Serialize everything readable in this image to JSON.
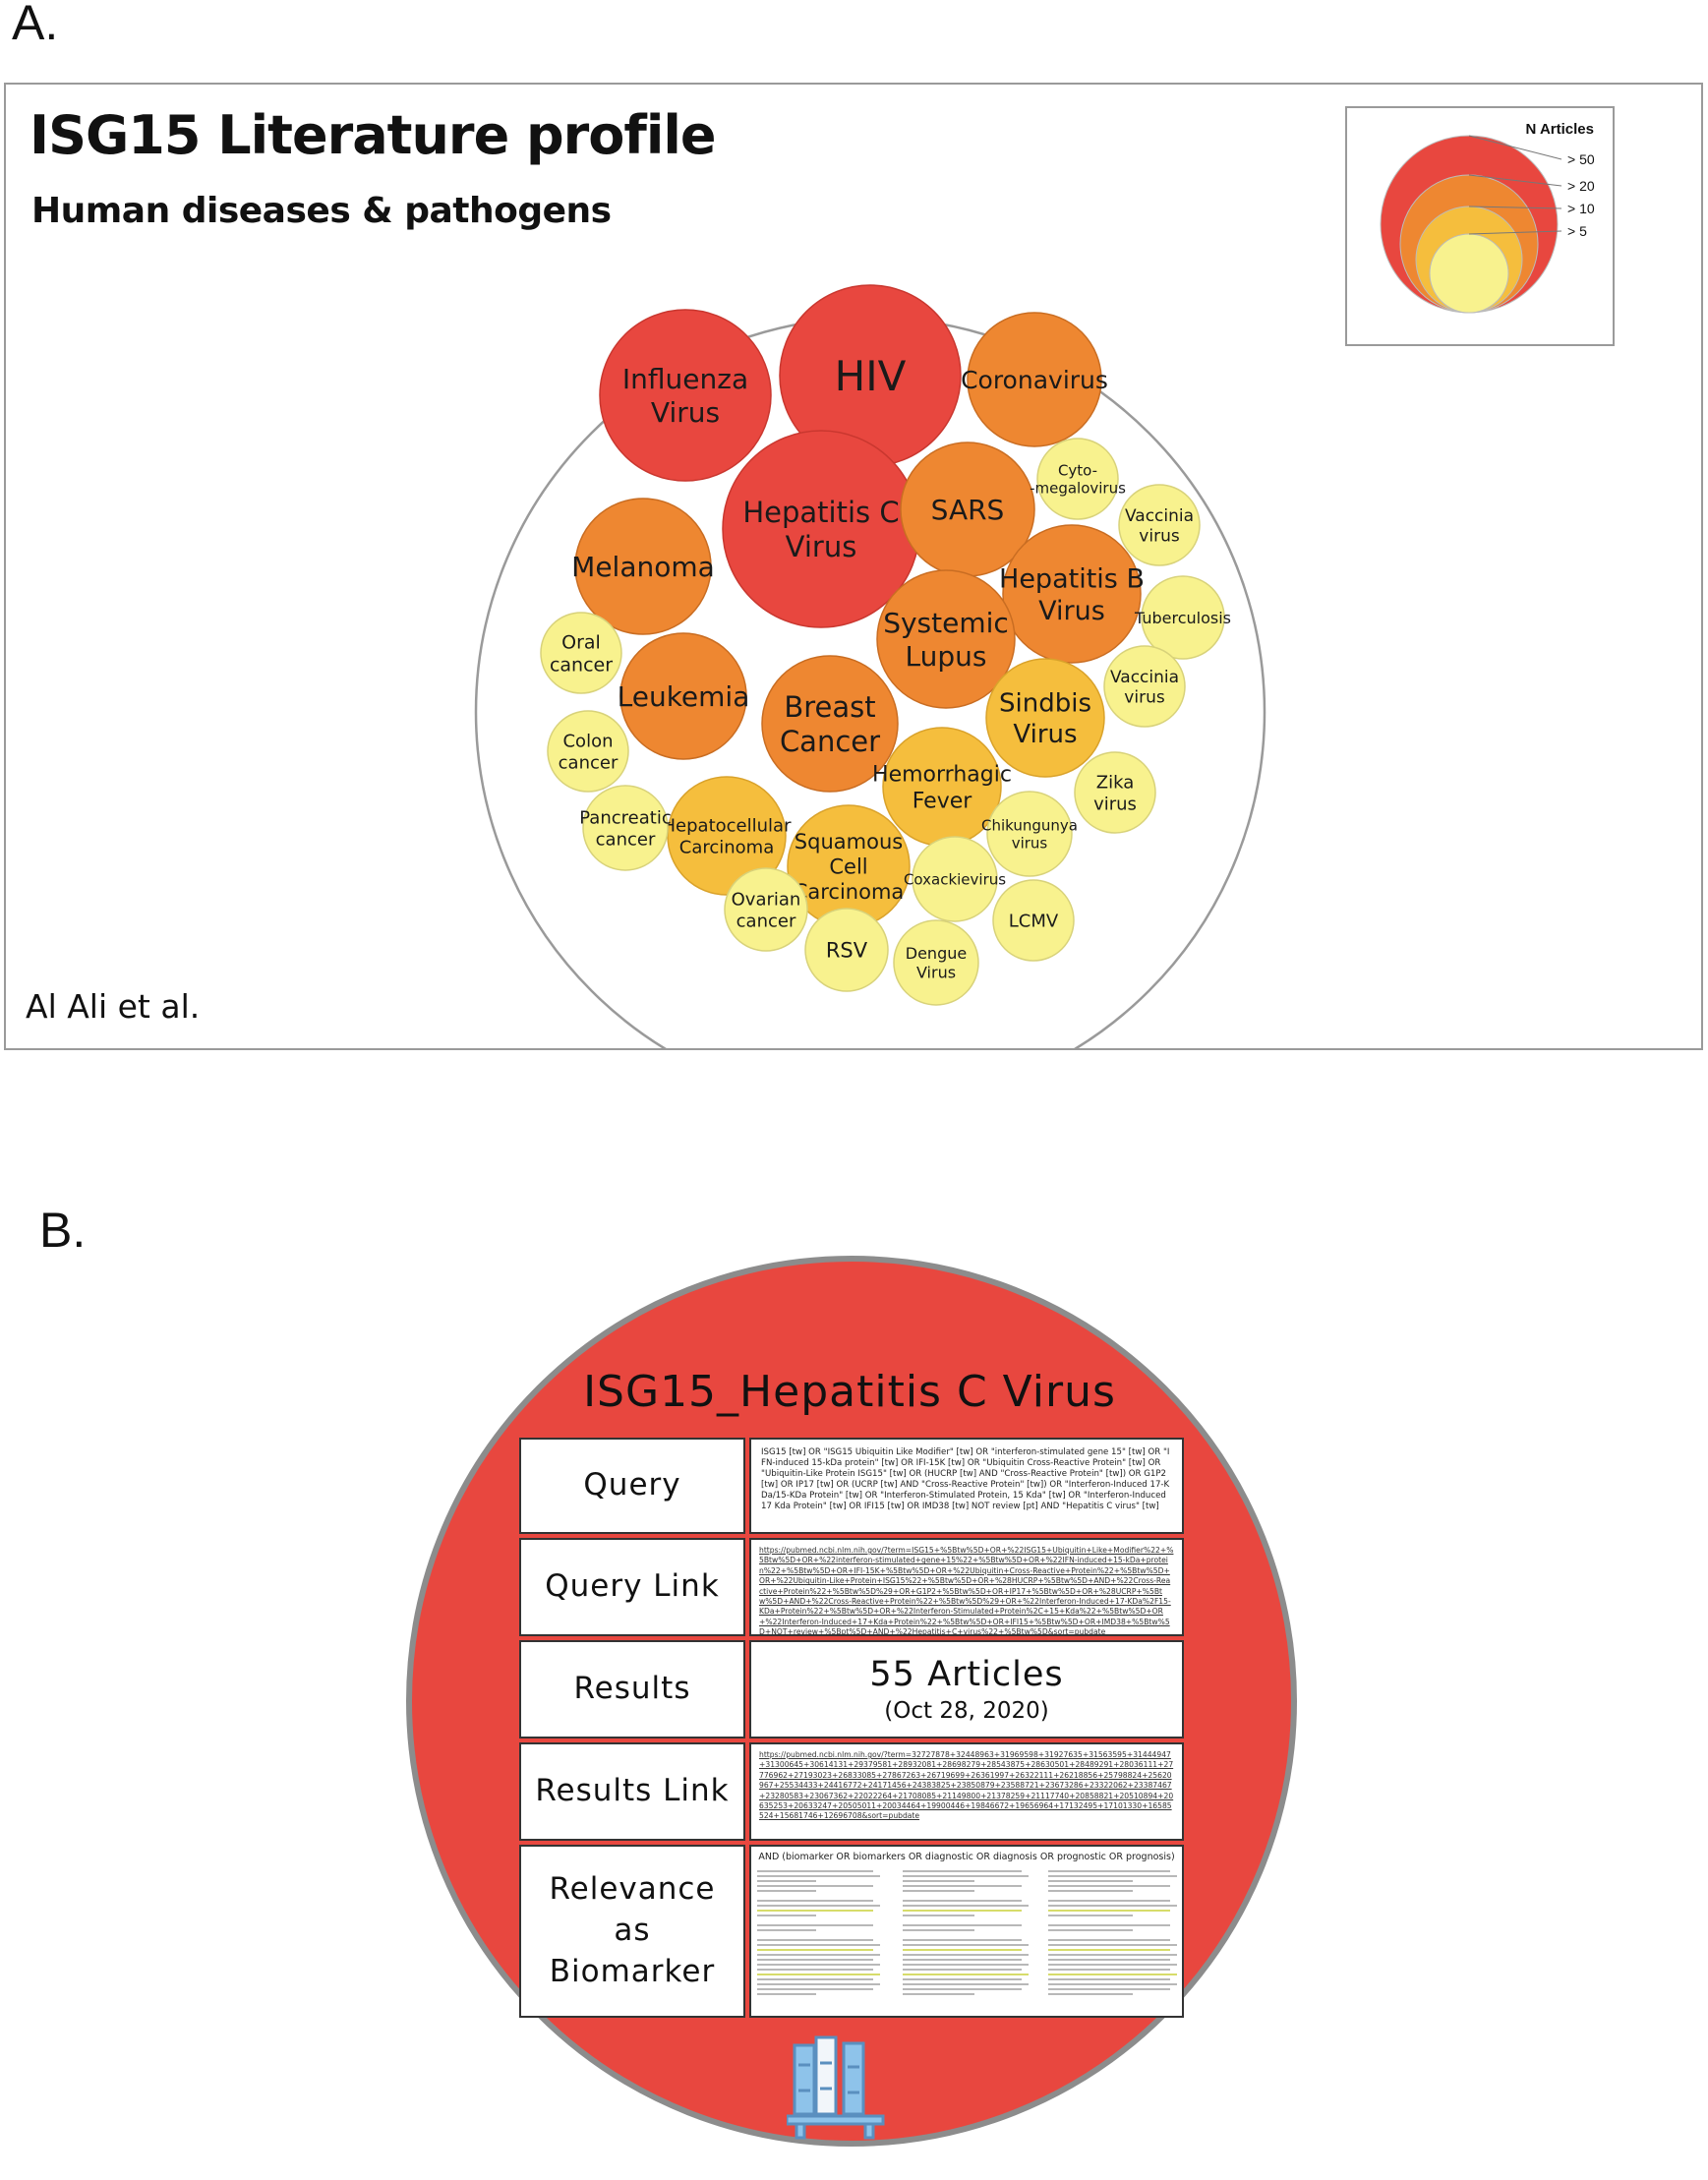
{
  "panelA": {
    "letter": "A.",
    "title": "ISG15 Literature profile",
    "subtitle": "Human diseases & pathogens",
    "credit": "Al Ali et al.",
    "legend": {
      "title": "N Articles",
      "levels": [
        {
          "label": "> 50",
          "color": "#E8473F"
        },
        {
          "label": "> 20",
          "color": "#EE8731"
        },
        {
          "label": "> 10",
          "color": "#F5BE3D"
        },
        {
          "label": "> 5",
          "color": "#F8F28E"
        }
      ]
    },
    "bubbles": [
      {
        "name": "HIV",
        "lines": [
          "HIV"
        ],
        "level": "> 50"
      },
      {
        "name": "Influenza Virus",
        "lines": [
          "Influenza",
          "Virus"
        ],
        "level": "> 50"
      },
      {
        "name": "Hepatitis C Virus",
        "lines": [
          "Hepatitis C",
          "Virus"
        ],
        "level": "> 50"
      },
      {
        "name": "Coronavirus",
        "lines": [
          "Coronavirus"
        ],
        "level": "> 20"
      },
      {
        "name": "SARS",
        "lines": [
          "SARS"
        ],
        "level": "> 20"
      },
      {
        "name": "Melanoma",
        "lines": [
          "Melanoma"
        ],
        "level": "> 20"
      },
      {
        "name": "Hepatitis B Virus",
        "lines": [
          "Hepatitis B",
          "Virus"
        ],
        "level": "> 20"
      },
      {
        "name": "Systemic Lupus",
        "lines": [
          "Systemic",
          "Lupus"
        ],
        "level": "> 20"
      },
      {
        "name": "Leukemia",
        "lines": [
          "Leukemia"
        ],
        "level": "> 20"
      },
      {
        "name": "Breast Cancer",
        "lines": [
          "Breast",
          "Cancer"
        ],
        "level": "> 20"
      },
      {
        "name": "Sindbis Virus",
        "lines": [
          "Sindbis",
          "Virus"
        ],
        "level": "> 10"
      },
      {
        "name": "Hemorrhagic Fever",
        "lines": [
          "Hemorrhagic",
          "Fever"
        ],
        "level": "> 10"
      },
      {
        "name": "Hepatocellular Carcinoma",
        "lines": [
          "Hepatocellular",
          "Carcinoma"
        ],
        "level": "> 10"
      },
      {
        "name": "Squamous Cell Carcinoma",
        "lines": [
          "Squamous",
          "Cell",
          "Carcinoma"
        ],
        "level": "> 10"
      },
      {
        "name": "Cytomegalovirus",
        "lines": [
          "Cyto-",
          "-megalovirus"
        ],
        "level": "> 5"
      },
      {
        "name": "Vaccinia virus (upper)",
        "lines": [
          "Vaccinia",
          "virus"
        ],
        "level": "> 5"
      },
      {
        "name": "Tuberculosis",
        "lines": [
          "Tuberculosis"
        ],
        "level": "> 5"
      },
      {
        "name": "Vaccinia virus (lower)",
        "lines": [
          "Vaccinia",
          "virus"
        ],
        "level": "> 5"
      },
      {
        "name": "Oral cancer",
        "lines": [
          "Oral",
          "cancer"
        ],
        "level": "> 5"
      },
      {
        "name": "Colon cancer",
        "lines": [
          "Colon",
          "cancer"
        ],
        "level": "> 5"
      },
      {
        "name": "Pancreatic cancer",
        "lines": [
          "Pancreatic",
          "cancer"
        ],
        "level": "> 5"
      },
      {
        "name": "Zika virus",
        "lines": [
          "Zika",
          "virus"
        ],
        "level": "> 5"
      },
      {
        "name": "Chikungunya virus",
        "lines": [
          "Chikungunya",
          "virus"
        ],
        "level": "> 5"
      },
      {
        "name": "Coxackievirus",
        "lines": [
          "Coxackievirus"
        ],
        "level": "> 5"
      },
      {
        "name": "LCMV",
        "lines": [
          "LCMV"
        ],
        "level": "> 5"
      },
      {
        "name": "Ovarian cancer",
        "lines": [
          "Ovarian",
          "cancer"
        ],
        "level": "> 5"
      },
      {
        "name": "RSV",
        "lines": [
          "RSV"
        ],
        "level": "> 5"
      },
      {
        "name": "Dengue Virus",
        "lines": [
          "Dengue",
          "Virus"
        ],
        "level": "> 5"
      }
    ]
  },
  "panelB": {
    "letter": "B.",
    "card_title": "ISG15_Hepatitis C Virus",
    "card_color": "#E8473F",
    "query_label": "Query",
    "query_text": "ISG15 [tw] OR \"ISG15 Ubiquitin Like Modifier\" [tw] OR \"interferon-stimulated gene 15\" [tw] OR \"IFN-induced 15-kDa protein\" [tw] OR IFI-15K [tw] OR \"Ubiquitin Cross-Reactive Protein\" [tw] OR \"Ubiquitin-Like Protein ISG15\" [tw] OR (HUCRP [tw] AND \"Cross-Reactive Protein\" [tw]) OR G1P2 [tw] OR IP17 [tw] OR (UCRP [tw] AND \"Cross-Reactive Protein\" [tw]) OR \"Interferon-Induced 17-KDa/15-KDa Protein\" [tw] OR \"Interferon-Stimulated Protein, 15 Kda\" [tw] OR \"Interferon-Induced 17 Kda Protein\" [tw] OR IFI15 [tw] OR IMD38 [tw] NOT review [pt] AND \"Hepatitis C virus\" [tw]",
    "query_link_label": "Query Link",
    "query_link_text": "https://pubmed.ncbi.nlm.nih.gov/?term=ISG15+%5Btw%5D+OR+%22ISG15+Ubiquitin+Like+Modifier%22+%5Btw%5D+OR+%22interferon-stimulated+gene+15%22+%5Btw%5D+OR+%22IFN-induced+15-kDa+protein%22+%5Btw%5D+OR+IFI-15K+%5Btw%5D+OR+%22Ubiquitin+Cross-Reactive+Protein%22+%5Btw%5D+OR+%22Ubiquitin-Like+Protein+ISG15%22+%5Btw%5D+OR+%28HUCRP+%5Btw%5D+AND+%22Cross-Reactive+Protein%22+%5Btw%5D%29+OR+G1P2+%5Btw%5D+OR+IP17+%5Btw%5D+OR+%28UCRP+%5Btw%5D+AND+%22Cross-Reactive+Protein%22+%5Btw%5D%29+OR+%22Interferon-Induced+17-KDa%2F15-KDa+Protein%22+%5Btw%5D+OR+%22Interferon-Stimulated+Protein%2C+15+Kda%22+%5Btw%5D+OR+%22Interferon-Induced+17+Kda+Protein%22+%5Btw%5D+OR+IFI15+%5Btw%5D+OR+IMD38+%5Btw%5D+NOT+review+%5Bpt%5D+AND+%22Hepatitis+C+virus%22+%5Btw%5D&sort=pubdate",
    "results_label": "Results",
    "results_count": "55 Articles",
    "results_date": "(Oct 28, 2020)",
    "results_link_label": "Results Link",
    "results_link_text": "https://pubmed.ncbi.nlm.nih.gov/?term=32727878+32448963+31969598+31927635+31563595+31444947+31300645+30614131+29379581+28932081+28698279+28543875+28630501+28489291+28036111+27776962+27193023+26833085+27867263+26719699+26361997+26322111+26218856+25798824+25620967+25534433+24416772+24171456+24383825+23850879+23588721+23673286+23322062+23387467+23280583+23067362+22022264+21708085+21149800+21378259+21117740+20858821+20510894+20635253+20633247+20505011+20034464+19900446+19846672+19656964+17132495+17101330+16585524+15681746+12696708&sort=pubdate",
    "relevance_label": "Relevance as Biomarker",
    "relevance_header": "AND (biomarker OR biomarkers OR diagnostic OR diagnosis OR prognostic OR prognosis)"
  }
}
